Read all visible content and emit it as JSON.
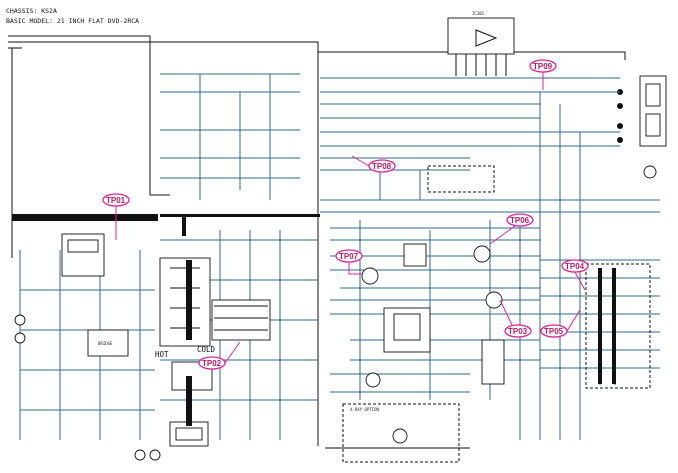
{
  "header": {
    "chassis": "CHASSIS: KS2A",
    "basic_model": "BASIC MODEL: 21 INCH FLAT DVD-2RCA"
  },
  "labels": {
    "hot": "HOT",
    "cold": "COLD",
    "ic_top": "IC301",
    "x_ray_option": "X-RAY OPTION"
  },
  "test_points": [
    {
      "id": "tp01",
      "label": "TP01"
    },
    {
      "id": "tp02",
      "label": "TP02"
    },
    {
      "id": "tp03",
      "label": "TP03"
    },
    {
      "id": "tp04",
      "label": "TP04"
    },
    {
      "id": "tp05",
      "label": "TP05"
    },
    {
      "id": "tp06",
      "label": "TP06"
    },
    {
      "id": "tp07",
      "label": "TP07"
    },
    {
      "id": "tp08",
      "label": "TP08"
    },
    {
      "id": "tp09",
      "label": "TP09"
    }
  ],
  "colors": {
    "test_point": "#e0219a",
    "wire": "#2e6b8a",
    "ink": "#111111"
  }
}
